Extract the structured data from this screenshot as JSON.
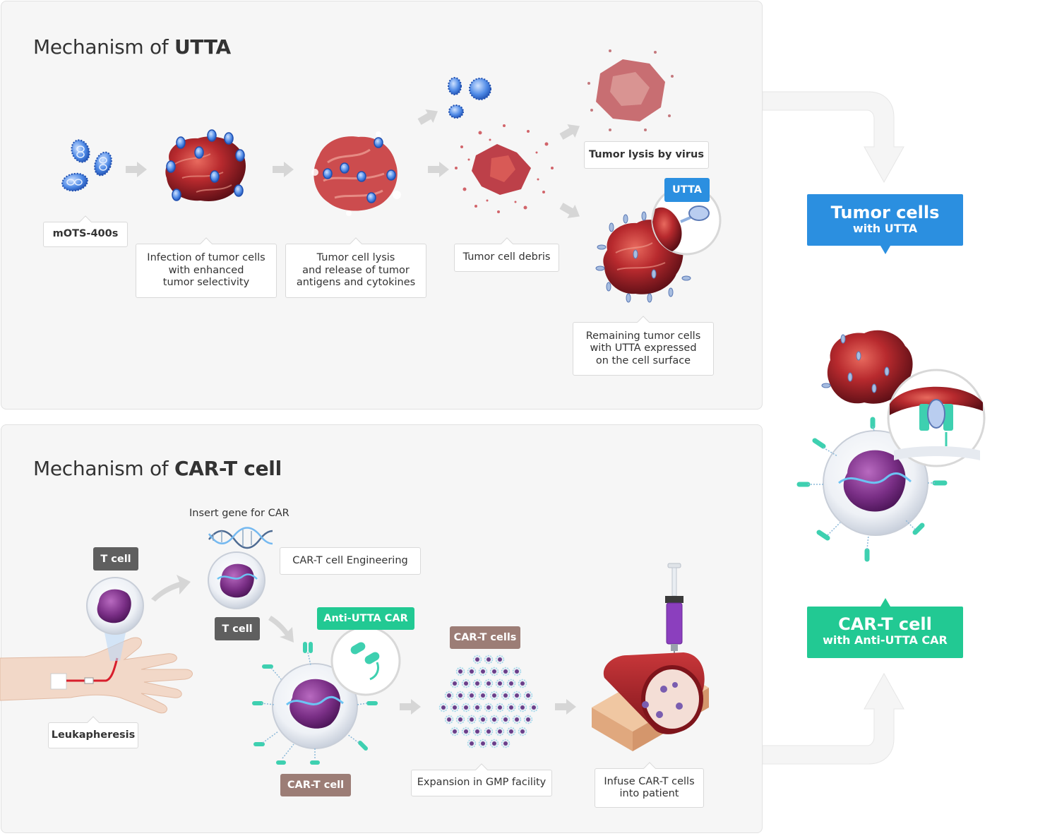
{
  "colors": {
    "utta_blue": "#2b8fe0",
    "cart_green": "#22c993",
    "tcell_gray": "#5f5f5f",
    "cart_brown": "#9c7d76",
    "tumor_red": "#b3202a",
    "virus_blue": "#2f6fd6",
    "nucleus_purple": "#7a2f86",
    "receptor_teal": "#3ed0b0"
  },
  "utta": {
    "title_prefix": "Mechanism of ",
    "title_bold": "UTTA",
    "labels": {
      "virus": "mOTS-400s",
      "infection": "Infection of tumor cells\nwith enhanced\ntumor selectivity",
      "lysis": "Tumor cell lysis\nand release of tumor\nantigens and cytokines",
      "debris": "Tumor cell debris",
      "lysis_virus": "Tumor lysis by virus",
      "remaining": "Remaining tumor cells\nwith UTTA expressed\non the cell surface"
    },
    "tag_utta": "UTTA",
    "icons": [
      "virus-cluster-icon",
      "infected-tumor-icon",
      "lysing-tumor-icon",
      "debris-icon",
      "virus-lysis-icon",
      "utta-tumor-icon",
      "magnifier-icon",
      "step-arrow-icon"
    ]
  },
  "cart": {
    "title_prefix": "Mechanism of ",
    "title_bold": "CAR-T cell",
    "insert_gene": "Insert gene for CAR",
    "engineering": "CAR-T cell Engineering",
    "tag_tcell_1": "T cell",
    "tag_tcell_2": "T cell",
    "tag_anti_utta": "Anti-UTTA CAR",
    "tag_cart_cells": "CAR-T cells",
    "tag_cart_cell": "CAR-T cell",
    "leukapheresis": "Leukapheresis",
    "expansion": "Expansion in GMP facility",
    "infuse": "Infuse CAR-T cells\ninto patient",
    "icons": [
      "arm-icon",
      "t-cell-icon",
      "dna-icon",
      "car-t-cell-icon",
      "cell-cluster-icon",
      "syringe-icon",
      "blood-vessel-icon"
    ]
  },
  "result": {
    "tumor_title": "Tumor cells",
    "tumor_sub": "with UTTA",
    "cart_title": "CAR-T cell",
    "cart_sub": "with Anti-UTTA CAR",
    "icons": [
      "car-t-binding-icon",
      "flow-arrow-icon"
    ]
  }
}
